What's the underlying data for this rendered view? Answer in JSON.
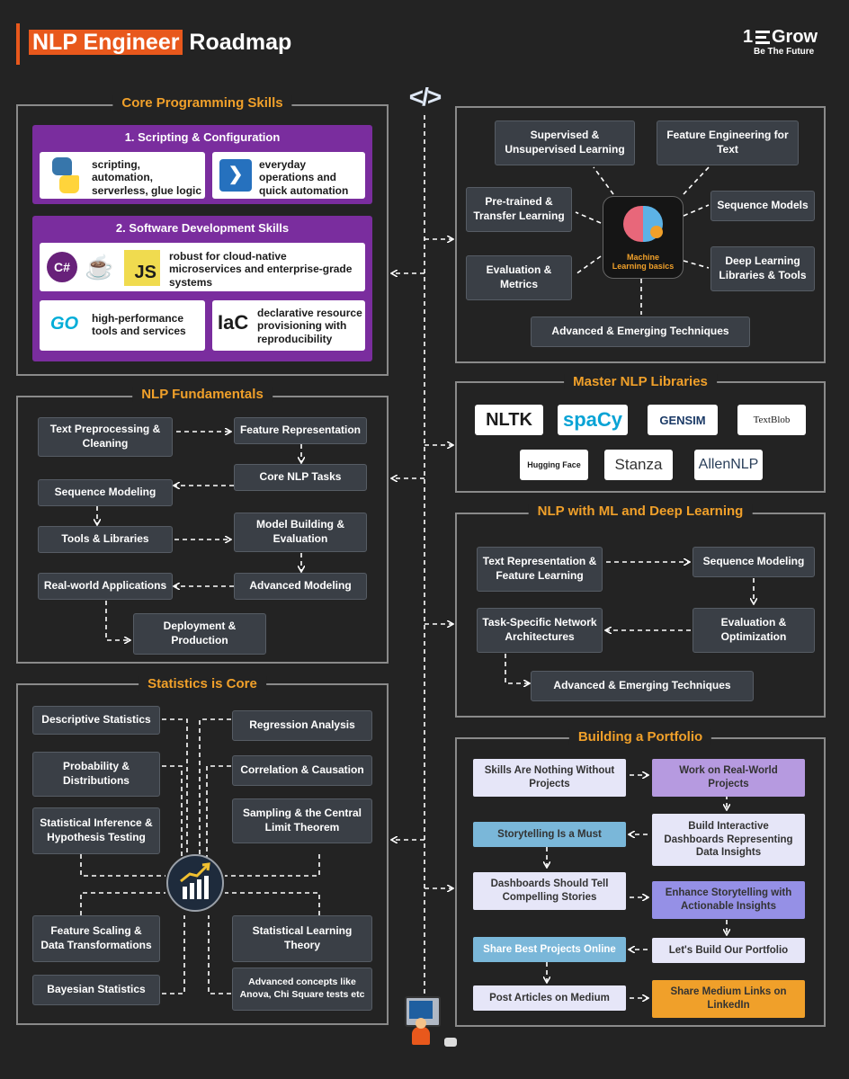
{
  "header": {
    "title_highlight": "NLP Engineer",
    "title_rest": "Roadmap",
    "brand_1": "1",
    "brand_grow": "Grow",
    "brand_tagline": "Be The Future",
    "code_glyph": "</>"
  },
  "colors": {
    "accent": "#f0a02a",
    "title_bg": "#e8581c",
    "purple": "#7a2d9e",
    "background": "#232323",
    "box": "#3a3f46"
  },
  "core": {
    "title": "Core Programming Skills",
    "section1_title": "1. Scripting & Configuration",
    "python_desc": "scripting,\nautomation,\nserverless, glue logic",
    "powershell_desc": "everyday\noperations and\nquick automation",
    "section2_title": "2. Software Development Skills",
    "langs_desc": "robust for cloud-native\nmicroservices and enterprise-grade\nsystems",
    "go_label": "GO",
    "go_desc": "high-performance\ntools and services",
    "iac_label": "IaC",
    "iac_desc": "declarative resource\nprovisioning with\nreproducibility",
    "csharp_label": "C#",
    "js_label": "JS"
  },
  "ml": {
    "center": "Machine\nLearning basics",
    "supervised": "Supervised &\nUnsupervised Learning",
    "feature_eng": "Feature Engineering for\nText",
    "pretrained": "Pre-trained &\nTransfer Learning",
    "sequence": "Sequence Models",
    "evaluation": "Evaluation &\nMetrics",
    "deep_learning": "Deep Learning\nLibraries & Tools",
    "advanced": "Advanced & Emerging Techniques"
  },
  "fundamentals": {
    "title": "NLP Fundamentals",
    "text_prep": "Text Preprocessing &\nCleaning",
    "feature_rep": "Feature Representation",
    "core_tasks": "Core NLP Tasks",
    "seq_model": "Sequence Modeling",
    "tools": "Tools & Libraries",
    "model_build": "Model Building &\nEvaluation",
    "real_world": "Real-world Applications",
    "adv_model": "Advanced Modeling",
    "deploy": "Deployment &\nProduction"
  },
  "libraries": {
    "title": "Master NLP Libraries",
    "items": [
      "NLTK",
      "spaCy",
      "GENSIM",
      "TextBlob",
      "Hugging Face",
      "Stanza",
      "AllenNLP"
    ]
  },
  "mldl": {
    "title": "NLP with ML and Deep Learning",
    "text_rep": "Text Representation &\nFeature Learning",
    "seq_model": "Sequence Modeling",
    "task_specific": "Task-Specific Network\nArchitectures",
    "eval_opt": "Evaluation &\nOptimization",
    "advanced": "Advanced & Emerging Techniques"
  },
  "stats": {
    "title": "Statistics is Core",
    "descriptive": "Descriptive Statistics",
    "regression": "Regression Analysis",
    "probability": "Probability &\nDistributions",
    "correlation": "Correlation & Causation",
    "inference": "Statistical Inference &\nHypothesis Testing",
    "sampling": "Sampling & the Central\nLimit Theorem",
    "scaling": "Feature Scaling &\nData Transformations",
    "learning_theory": "Statistical Learning\nTheory",
    "bayesian": "Bayesian Statistics",
    "advanced": "Advanced concepts like\nAnova, Chi Square tests etc"
  },
  "portfolio": {
    "title": "Building a Portfolio",
    "p1": "Skills Are Nothing Without\nProjects",
    "p2": "Work on Real-World\nProjects",
    "p3": "Storytelling Is a Must",
    "p4": "Build Interactive\nDashboards Representing\nData Insights",
    "p5": "Dashboards Should Tell\nCompelling Stories",
    "p6": "Enhance Storytelling with\nActionable Insights",
    "p7": "Share Best Projects Online",
    "p8": "Let's Build Our Portfolio",
    "p9": "Post Articles on Medium",
    "p10": "Share Medium Links on\nLinkedIn"
  }
}
